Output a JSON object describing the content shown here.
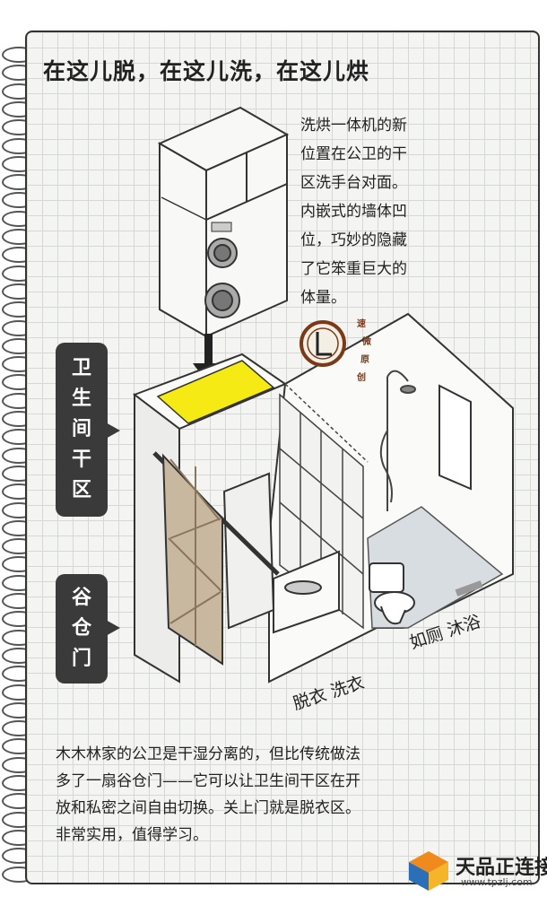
{
  "title": "在这儿脱，在这儿洗，在这儿烘",
  "note": {
    "lines": [
      "洗烘一体机的新",
      "位置在公卫的干",
      "区洗手台对面。",
      "内嵌式的墙体凹",
      "位，巧妙的隐藏",
      "了它笨重巨大的",
      "体量。"
    ]
  },
  "callouts": {
    "dry_zone": [
      "卫",
      "生",
      "间",
      "干",
      "区"
    ],
    "barn_door": [
      "谷",
      "仓",
      "门"
    ]
  },
  "labels": {
    "toilet_shower": "如厕 沐浴",
    "undress_wash": "脱衣 洗衣"
  },
  "stamp": {
    "chars": [
      "速",
      "微",
      "原",
      "创"
    ]
  },
  "body": {
    "lines": [
      "木木林家的公卫是干湿分离的，但比传统做法",
      "多了一扇谷仓门——它可以让卫生间干区在开",
      "放和私密之间自由切换。关上门就是脱衣区。",
      "非常实用，值得学习。"
    ]
  },
  "watermark": {
    "main": "天品正连接",
    "url": "www.tpzlj.com"
  },
  "colors": {
    "highlight": "#f5ea14",
    "door": "#c9b8a0",
    "tag": "#3a3a3a"
  },
  "icons": [
    "spiral-ring-icon",
    "arrow-down-icon",
    "washer-dryer-icon",
    "shower-icon",
    "toilet-icon",
    "barn-door-icon",
    "seal-stamp-icon",
    "logo-cube-icon"
  ]
}
